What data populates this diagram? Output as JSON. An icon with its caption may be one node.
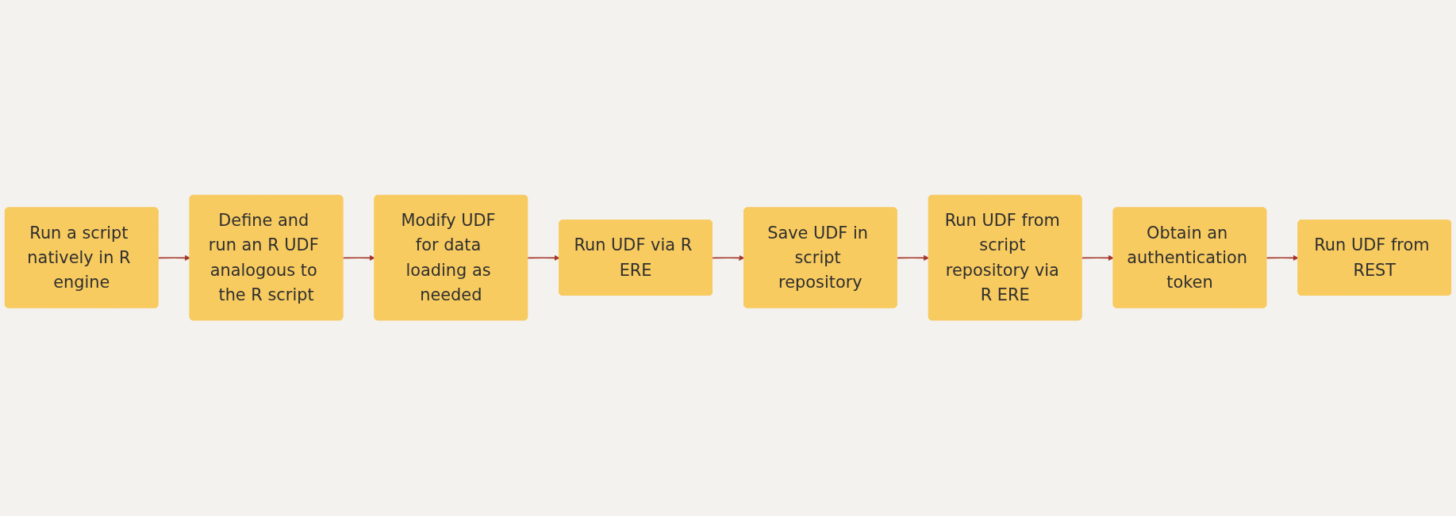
{
  "diagram": {
    "nodes": [
      {
        "text": [
          "Run a script natively in R engine"
        ]
      },
      {
        "text": [
          "Define and run an R UDF analogous to the R script"
        ]
      },
      {
        "text": [
          "Modify UDF for data loading as needed"
        ]
      },
      {
        "text": [
          "Run UDF via R ERE"
        ]
      },
      {
        "text": [
          "Save UDF in script repository"
        ]
      },
      {
        "text": [
          "Run UDF from script repository via R ERE"
        ]
      },
      {
        "text": [
          "Obtain an authentication token"
        ]
      },
      {
        "text": [
          "Run UDF from REST"
        ]
      }
    ],
    "edges": [
      {
        "from": 0,
        "to": 1,
        "arrow": "to"
      },
      {
        "from": 1,
        "to": 2,
        "arrow": "to"
      },
      {
        "from": 2,
        "to": 3,
        "arrow": "to"
      },
      {
        "from": 3,
        "to": 4,
        "arrow": "to"
      },
      {
        "from": 4,
        "to": 5,
        "arrow": "to"
      },
      {
        "from": 5,
        "to": 6,
        "arrow": "to"
      },
      {
        "from": 6,
        "to": 7,
        "arrow": "to"
      }
    ]
  }
}
